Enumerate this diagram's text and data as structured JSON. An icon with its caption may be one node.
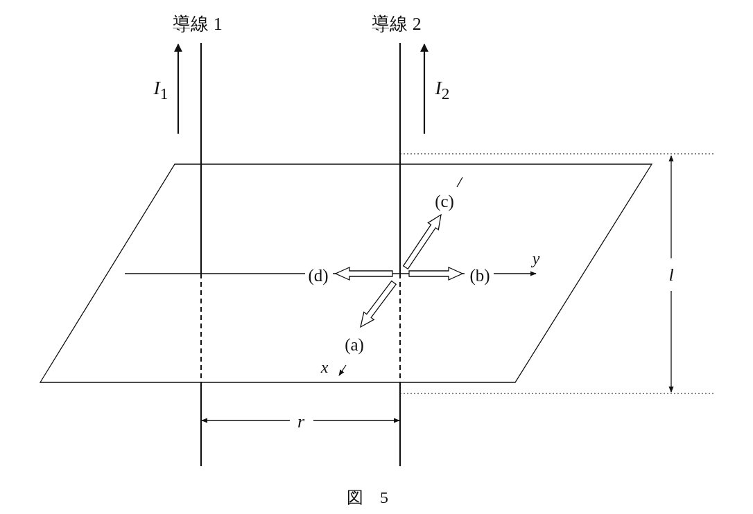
{
  "diagram": {
    "caption": "図　5",
    "nodes": [
      {
        "text": [
          "導線 1"
        ],
        "beside": [
          "*I*$_{1}$"
        ]
      },
      {
        "text": [
          "導線 2"
        ],
        "beside": [
          "*I*$_{2}$"
        ]
      }
    ],
    "labels": [
      "(c)",
      "y",
      "(d)",
      "(b)",
      "l",
      "(a)",
      "x",
      "r"
    ]
  }
}
